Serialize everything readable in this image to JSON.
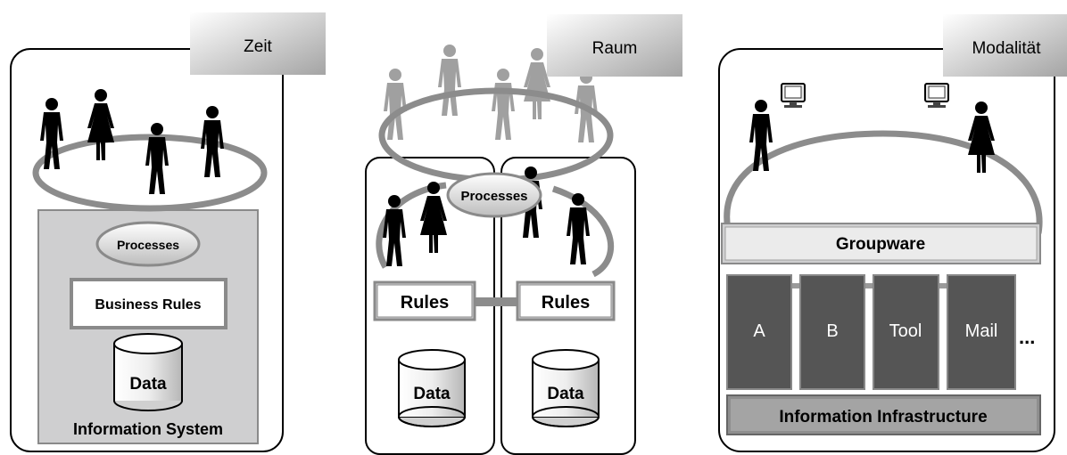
{
  "panels": {
    "zeit": {
      "tab": "Zeit",
      "processes": "Processes",
      "business_rules": "Business Rules",
      "data": "Data",
      "system": "Information System"
    },
    "raum": {
      "tab": "Raum",
      "processes": "Processes",
      "rules_left": "Rules",
      "rules_right": "Rules",
      "data_left": "Data",
      "data_right": "Data"
    },
    "modalitaet": {
      "tab": "Modalität",
      "groupware": "Groupware",
      "tools": [
        "A",
        "B",
        "Tool",
        "Mail"
      ],
      "more": "...",
      "infrastructure": "Information Infrastructure"
    }
  },
  "colors": {
    "tab_gradient_start": "#ffffff",
    "tab_gradient_end": "#a8a8a8",
    "ring": "#8a8a8a",
    "box_gray": "#cfcfd0",
    "tool_dark": "#555555",
    "person": "#000000",
    "person_faded": "#9a9a9a"
  }
}
